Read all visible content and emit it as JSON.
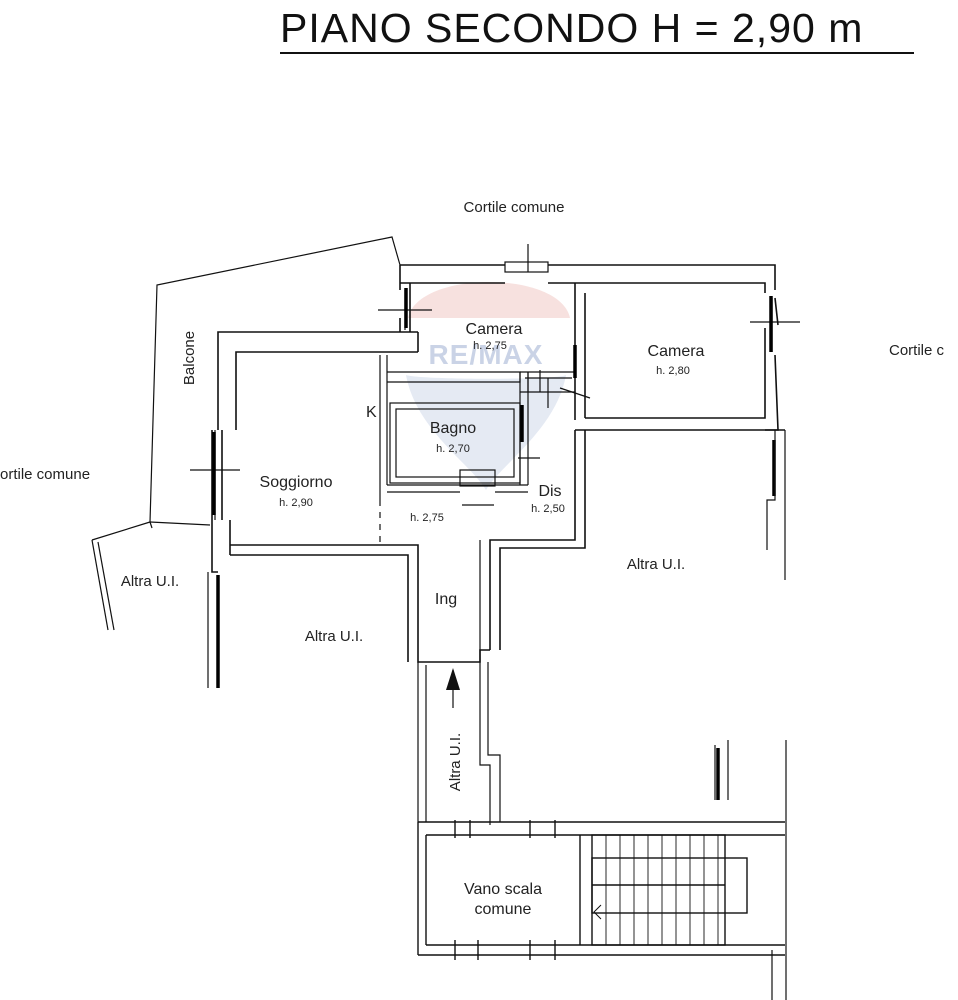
{
  "title": "PIANO SECONDO H = 2,90 m",
  "watermark": {
    "text": "RE/MAX",
    "colors": {
      "red": "#d9322c",
      "blue": "#1f4d9e",
      "light_blue": "#cfd9ea",
      "light_red": "#f2c9c6"
    }
  },
  "labels": {
    "cortile_top": "Cortile comune",
    "cortile_right": "Cortile c",
    "cortile_left": "ortile comune",
    "balcone": "Balcone",
    "k": "K",
    "ing": "Ing",
    "altra_left": "Altra U.I.",
    "altra_center": "Altra U.I.",
    "altra_right": "Altra U.I.",
    "altra_vertical": "Altra U.I.",
    "vano_scala_1": "Vano scala",
    "vano_scala_2": "comune"
  },
  "rooms": {
    "camera_small": {
      "name": "Camera",
      "height": "h. 2,75"
    },
    "camera_right": {
      "name": "Camera",
      "height": "h. 2,80"
    },
    "bagno": {
      "name": "Bagno",
      "height": "h. 2,70"
    },
    "soggiorno": {
      "name": "Soggiorno",
      "height": "h. 2,90"
    },
    "corridoio": {
      "height": "h. 2,75"
    },
    "dis": {
      "name": "Dis",
      "height": "h. 2,50"
    }
  }
}
